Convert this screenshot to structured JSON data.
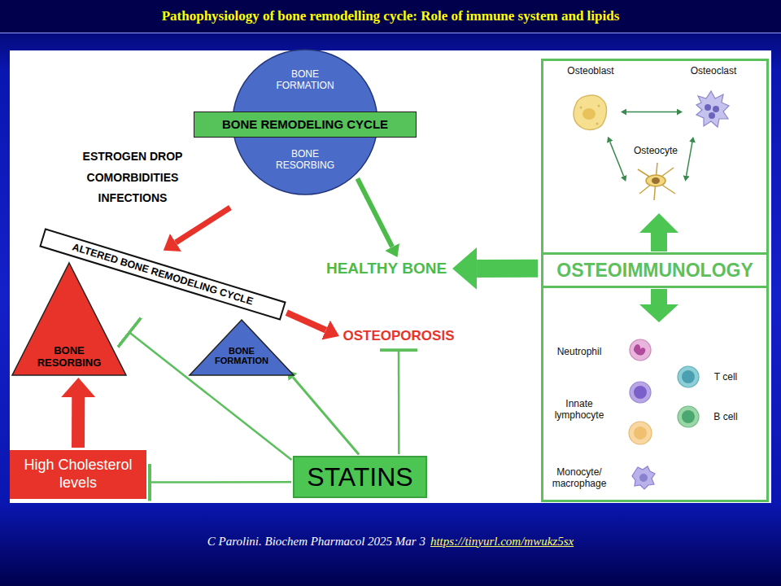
{
  "diagram": {
    "title": "Pathophysiology of bone remodelling cycle: Role of immune system and lipids",
    "caption": "C Parolini. Biochem Pharmacol 2025 Mar 3",
    "nodes": [
      {
        "text": [
          "BONE FORMATION",
          "BONE RESORBING"
        ]
      },
      {
        "text": [
          "BONE REMODELING CYCLE"
        ],
        "in": 0
      },
      {
        "text": [
          "ALTERED BONE REMODELING CYCLE"
        ]
      },
      {
        "text": [
          "BONE RESORBING"
        ]
      },
      {
        "text": [
          "BONE FORMATION"
        ]
      },
      {
        "text": [
          "HEALTHY BONE"
        ]
      },
      {
        "text": [
          "OSTEOPOROSIS"
        ]
      },
      {
        "text": [
          "High Cholesterol levels"
        ]
      },
      {
        "text": [
          "STATINS"
        ]
      },
      {
        "text": [
          "OSTEOIMMUNOLOGY"
        ]
      },
      {
        "text": [
          "Osteoblast"
        ],
        "in": 9
      },
      {
        "text": [
          "Osteoclast"
        ],
        "in": 9
      },
      {
        "text": [
          "Osteocyte"
        ],
        "in": 9
      }
    ],
    "edges": [
      {
        "from": 0,
        "to": 5,
        "arrow": "to"
      },
      {
        "from": 2,
        "to": 6,
        "arrow": "to"
      },
      {
        "from": 7,
        "to": 3,
        "arrow": "to"
      },
      {
        "from": 8,
        "to": 3,
        "arrow": "to"
      },
      {
        "from": 8,
        "to": 4,
        "arrow": "to"
      },
      {
        "from": 8,
        "to": 6,
        "arrow": "to"
      },
      {
        "from": 8,
        "to": 7,
        "arrow": "to"
      },
      {
        "from": 9,
        "to": 5,
        "arrow": "to"
      },
      {
        "from": 10,
        "to": 11,
        "arrow": "both"
      },
      {
        "from": 10,
        "to": 12,
        "arrow": "both"
      },
      {
        "from": 11,
        "to": 12,
        "arrow": "both"
      }
    ],
    "labels": [
      "ESTROGEN DROP",
      "COMORBIDITIES",
      "INFECTIONS",
      "Neutrophil",
      "Innate lymphocyte",
      "Monocyte/ macrophage",
      "T cell",
      "B cell",
      "https://tinyurl.com/mwukz5sx"
    ]
  }
}
